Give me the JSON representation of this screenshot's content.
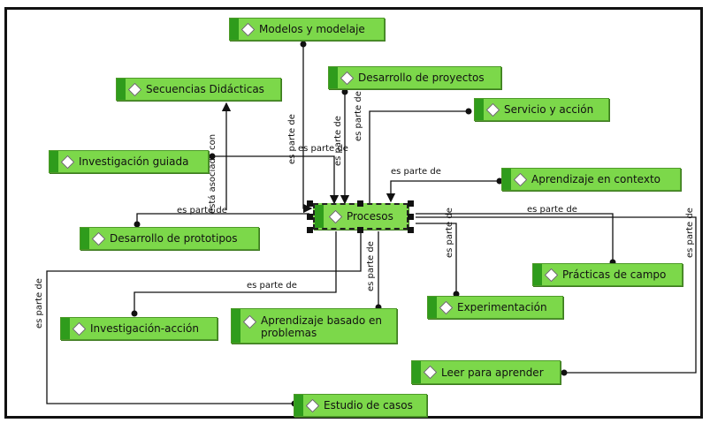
{
  "center": {
    "label": "Procesos"
  },
  "nodes": [
    {
      "id": "modelos",
      "label": "Modelos y modelaje"
    },
    {
      "id": "desarrollo-proyectos",
      "label": "Desarrollo de proyectos"
    },
    {
      "id": "secuencias",
      "label": "Secuencias Didácticas"
    },
    {
      "id": "servicio",
      "label": "Servicio y acción"
    },
    {
      "id": "investigacion-guiada",
      "label": "Investigación guiada"
    },
    {
      "id": "aprendizaje-contexto",
      "label": "Aprendizaje en contexto"
    },
    {
      "id": "desarrollo-prototipos",
      "label": "Desarrollo de prototipos"
    },
    {
      "id": "practicas-campo",
      "label": "Prácticas de campo"
    },
    {
      "id": "experimentacion",
      "label": "Experimentación"
    },
    {
      "id": "investigacion-accion",
      "label": "Investigación-acción"
    },
    {
      "id": "aprendizaje-problemas",
      "label": "Aprendizaje basado en problemas"
    },
    {
      "id": "leer-aprender",
      "label": "Leer para aprender"
    },
    {
      "id": "estudio-casos",
      "label": "Estudio de casos"
    }
  ],
  "edge_labels": {
    "es_parte_de": "es parte de",
    "esta_asociado_con": "está asociado con"
  }
}
